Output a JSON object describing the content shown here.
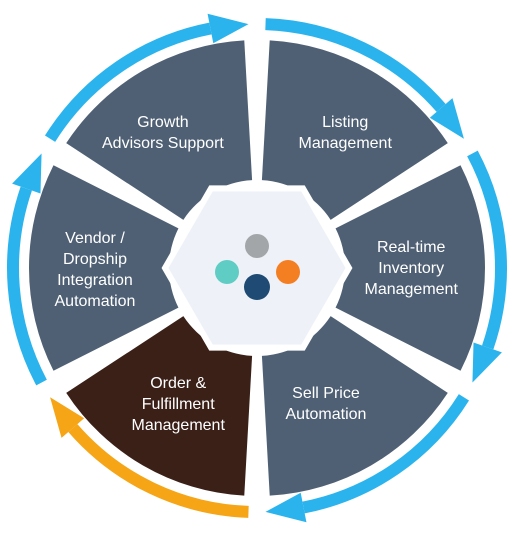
{
  "segments": [
    {
      "id": "listing",
      "lines": [
        "Listing",
        "Management"
      ],
      "fill": "#4f6075",
      "highlighted": false
    },
    {
      "id": "inventory",
      "lines": [
        "Real-time",
        "Inventory",
        "Management"
      ],
      "fill": "#4f6075",
      "highlighted": false
    },
    {
      "id": "sell-price",
      "lines": [
        "Sell Price",
        "Automation"
      ],
      "fill": "#4f6075",
      "highlighted": false
    },
    {
      "id": "order",
      "lines": [
        "Order &",
        "Fulfillment",
        "Management"
      ],
      "fill": "#3b2018",
      "highlighted": true
    },
    {
      "id": "vendor",
      "lines": [
        "Vendor /",
        "Dropship",
        "Integration",
        "Automation"
      ],
      "fill": "#4f6075",
      "highlighted": false
    },
    {
      "id": "growth",
      "lines": [
        "Growth",
        "Advisors Support"
      ],
      "fill": "#4f6075",
      "highlighted": false
    }
  ],
  "colors": {
    "arrow": "#2bb3ee",
    "arrow_highlight": "#f5a516",
    "hexagon": "#eef2f8",
    "hexagon_border": "#ffffff",
    "dot_gray": "#a3a6a8",
    "dot_teal": "#5fcdc3",
    "dot_orange": "#f47f22",
    "dot_navy": "#1f4a73"
  },
  "icons": [
    "cycle-arrow-icon",
    "logo-dots-icon"
  ]
}
